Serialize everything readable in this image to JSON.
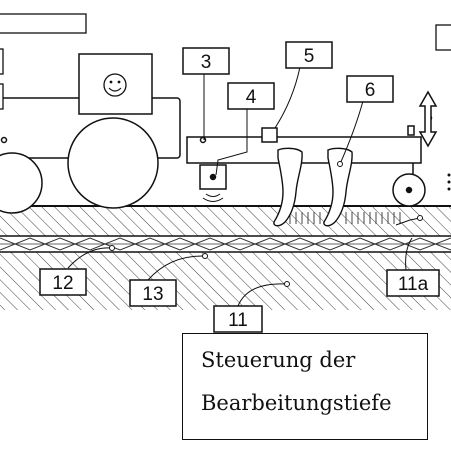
{
  "labels": {
    "n3": "3",
    "n4": "4",
    "n5": "5",
    "n6": "6",
    "n11": "11",
    "n11a": "11a",
    "n12": "12",
    "n13": "13"
  },
  "caption": {
    "line1": "Steuerung der",
    "line2": "Bearbeitungstiefe"
  },
  "colors": {
    "stroke": "#111111",
    "background": "#ffffff"
  }
}
